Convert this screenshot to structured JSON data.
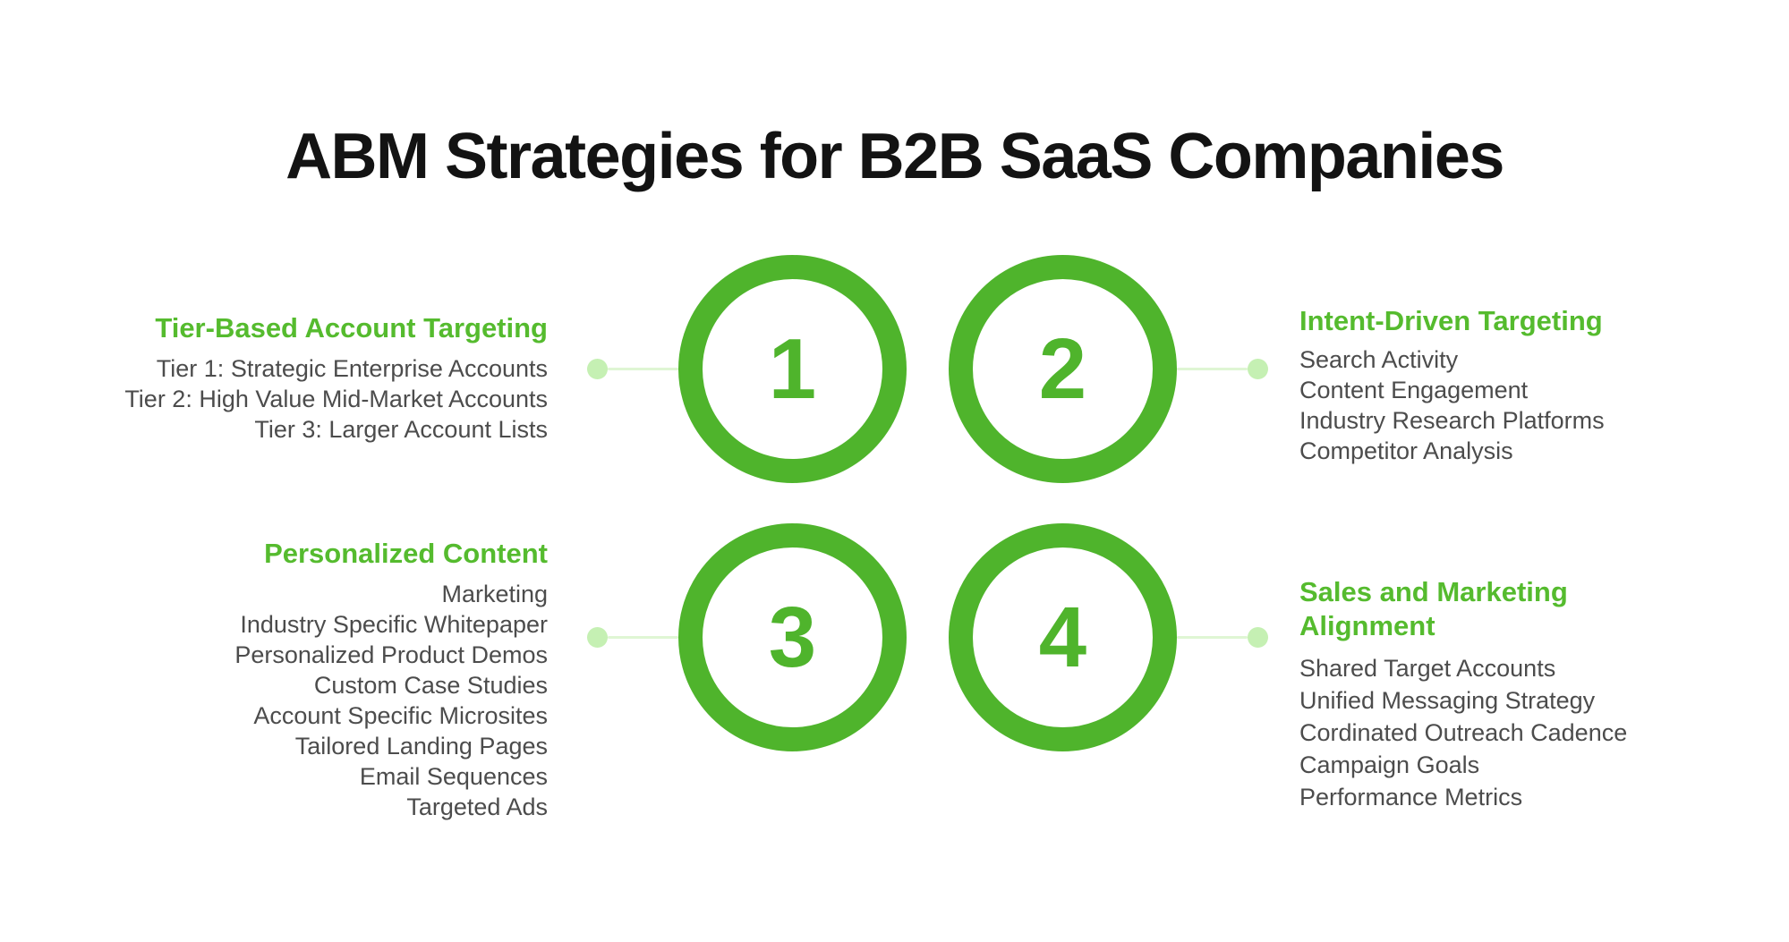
{
  "title": "ABM Strategies for B2B SaaS Companies",
  "colors": {
    "circle_green": "#4FB42C",
    "heading_green": "#55BB2E",
    "connector_dot_green": "#C5F0B3",
    "connector_line_green": "#DFF6D4",
    "body_text_gray": "#4C4C4C",
    "title_black": "#131313",
    "background": "#FFFFFF"
  },
  "steps": [
    {
      "number": "1"
    },
    {
      "number": "2"
    },
    {
      "number": "3"
    },
    {
      "number": "4"
    }
  ],
  "sections": [
    {
      "title": "Tier-Based Account Targeting",
      "items": [
        "Tier 1: Strategic Enterprise Accounts",
        "Tier 2: High Value Mid-Market Accounts",
        "Tier 3: Larger Account Lists"
      ]
    },
    {
      "title": "Intent-Driven Targeting",
      "items": [
        "Search Activity",
        "Content Engagement",
        "Industry Research Platforms",
        "Competitor Analysis"
      ]
    },
    {
      "title": "Personalized Content",
      "items": [
        "Marketing",
        "Industry Specific Whitepaper",
        "Personalized Product Demos",
        "Custom Case Studies",
        "Account Specific Microsites",
        "Tailored Landing Pages",
        "Email Sequences",
        "Targeted Ads"
      ]
    },
    {
      "title": "Sales and Marketing Alignment",
      "items": [
        "Shared Target Accounts",
        "Unified Messaging Strategy",
        "Cordinated Outreach Cadence",
        "Campaign Goals",
        "Performance Metrics"
      ]
    }
  ]
}
